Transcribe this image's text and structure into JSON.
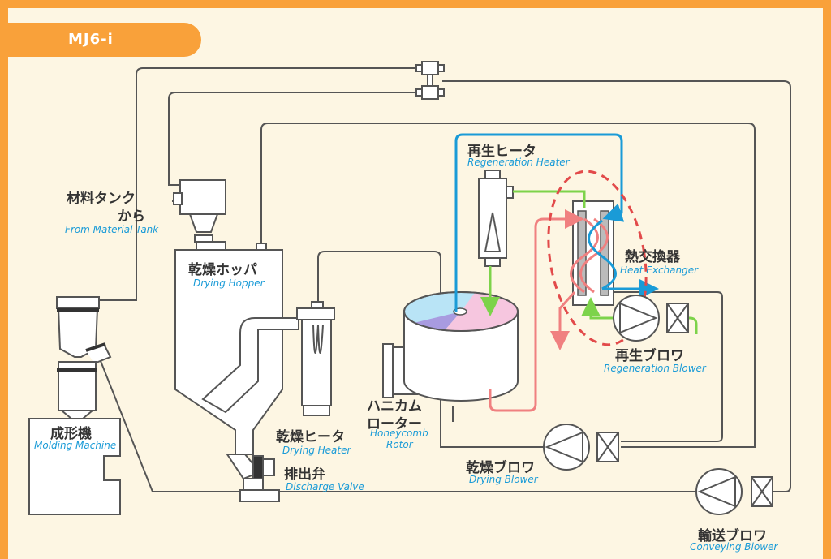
{
  "model_tag": "MJ6-i",
  "colors": {
    "accent": "#f9a13a",
    "background": "#fdf6e3",
    "label_en": "#1a9bd7",
    "line_dark": "#555555",
    "line_blue": "#1a9bd7",
    "line_green": "#7dd34a",
    "line_red": "#f08080"
  },
  "labels": {
    "material_tank_jp_1": "材料タンク",
    "material_tank_jp_2": "から",
    "material_tank_en": "From Material Tank",
    "drying_hopper_jp": "乾燥ホッパ",
    "drying_hopper_en": "Drying Hopper",
    "molding_machine_jp": "成形機",
    "molding_machine_en": "Molding Machine",
    "drying_heater_jp": "乾燥ヒータ",
    "drying_heater_en": "Drying Heater",
    "discharge_valve_jp": "排出弁",
    "discharge_valve_en": "Discharge Valve",
    "honeycomb_rotor_jp_1": "ハニカム",
    "honeycomb_rotor_jp_2": "ローター",
    "honeycomb_rotor_en_1": "Honeycomb",
    "honeycomb_rotor_en_2": "Rotor",
    "regeneration_heater_jp": "再生ヒータ",
    "regeneration_heater_en": "Regeneration Heater",
    "heat_exchanger_jp": "熱交換器",
    "heat_exchanger_en": "Heat Exchanger",
    "regeneration_blower_jp": "再生ブロワ",
    "regeneration_blower_en": "Regeneration Blower",
    "drying_blower_jp": "乾燥ブロワ",
    "drying_blower_en": "Drying Blower",
    "conveying_blower_jp": "輸送ブロワ",
    "conveying_blower_en": "Conveying Blower"
  }
}
